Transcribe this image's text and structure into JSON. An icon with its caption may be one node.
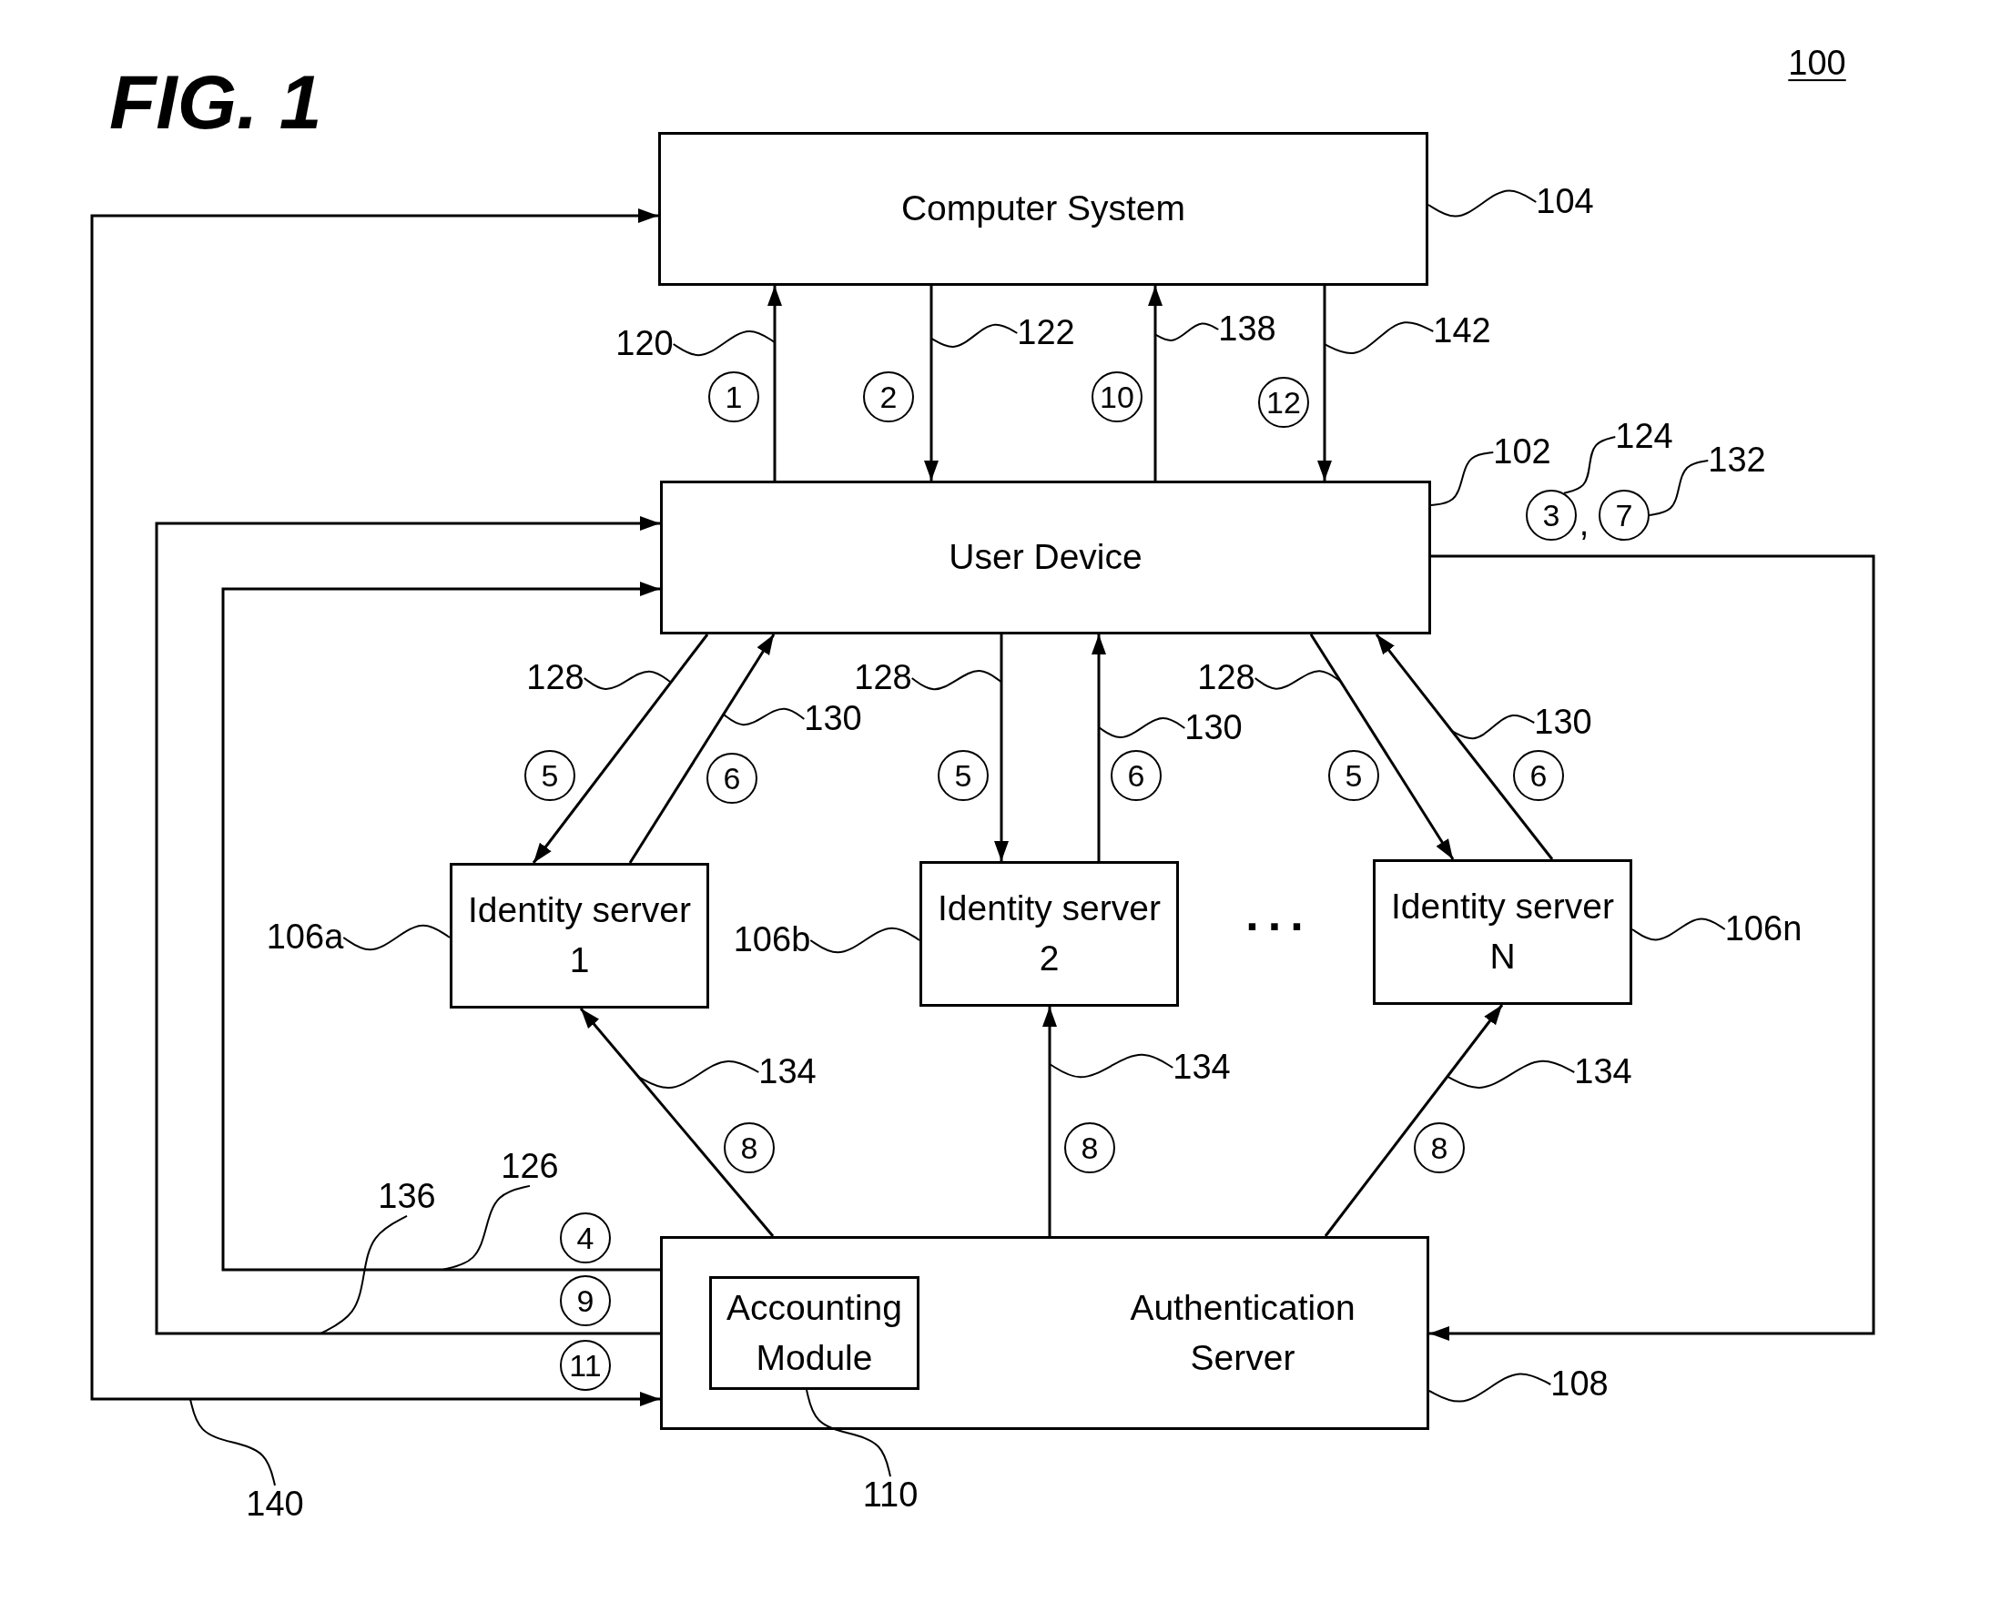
{
  "diagram": {
    "title": "FIG. 1",
    "nodes": [
      {
        "text": [
          "Computer System"
        ]
      },
      {
        "text": [
          "104"
        ]
      },
      {
        "text": [
          "120"
        ]
      },
      {
        "text": [
          "1"
        ]
      },
      {
        "text": [
          "122"
        ]
      },
      {
        "text": [
          "2"
        ]
      },
      {
        "text": [
          "138"
        ]
      },
      {
        "text": [
          "10"
        ]
      },
      {
        "text": [
          "142"
        ]
      },
      {
        "text": [
          "12"
        ]
      },
      {
        "text": [
          "User Device"
        ]
      },
      {
        "text": [
          "102"
        ]
      },
      {
        "text": [
          "124"
        ]
      },
      {
        "text": [
          "3"
        ]
      },
      {
        "text": [
          "7"
        ]
      },
      {
        "text": [
          "132"
        ]
      },
      {
        "text": [
          "128"
        ]
      },
      {
        "text": [
          "130"
        ]
      },
      {
        "text": [
          "5"
        ]
      },
      {
        "text": [
          "6"
        ]
      },
      {
        "text": [
          "128"
        ]
      },
      {
        "text": [
          "130"
        ]
      },
      {
        "text": [
          "5"
        ]
      },
      {
        "text": [
          "6"
        ]
      },
      {
        "text": [
          "128"
        ]
      },
      {
        "text": [
          "130"
        ]
      },
      {
        "text": [
          "5"
        ]
      },
      {
        "text": [
          "6"
        ]
      },
      {
        "text": [
          "106a"
        ]
      },
      {
        "text": [
          "Identity server 1"
        ]
      },
      {
        "text": [
          "106b"
        ]
      },
      {
        "text": [
          "Identity server 2"
        ]
      },
      {
        "text": [
          "Identity server N"
        ]
      },
      {
        "text": [
          "106n"
        ]
      },
      {
        "text": [
          "134"
        ]
      },
      {
        "text": [
          "134"
        ]
      },
      {
        "text": [
          "134"
        ]
      },
      {
        "text": [
          "8"
        ]
      },
      {
        "text": [
          "8"
        ]
      },
      {
        "text": [
          "8"
        ]
      },
      {
        "text": [
          "136"
        ]
      },
      {
        "text": [
          "126"
        ]
      },
      {
        "text": [
          "4"
        ]
      },
      {
        "text": [
          "9"
        ]
      },
      {
        "text": [
          "11"
        ]
      },
      {
        "text": [
          "Authentication Server"
        ]
      },
      {
        "text": [
          "Accounting Module"
        ],
        "in": 45
      },
      {
        "text": [
          "108"
        ]
      },
      {
        "text": [
          "140"
        ]
      },
      {
        "text": [
          "110"
        ]
      }
    ],
    "edges": [
      {
        "from": 10,
        "to": 0,
        "arrow": "to"
      },
      {
        "from": 0,
        "to": 10,
        "arrow": "to"
      },
      {
        "from": 10,
        "to": 0,
        "arrow": "to"
      },
      {
        "from": 0,
        "to": 10,
        "arrow": "to"
      },
      {
        "from": 10,
        "to": 29,
        "arrow": "to"
      },
      {
        "from": 29,
        "to": 10,
        "arrow": "to"
      },
      {
        "from": 10,
        "to": 31,
        "arrow": "to"
      },
      {
        "from": 31,
        "to": 10,
        "arrow": "to"
      },
      {
        "from": 10,
        "to": 32,
        "arrow": "to"
      },
      {
        "from": 32,
        "to": 10,
        "arrow": "to"
      },
      {
        "from": 45,
        "to": 29,
        "arrow": "to"
      },
      {
        "from": 45,
        "to": 31,
        "arrow": "to"
      },
      {
        "from": 45,
        "to": 32,
        "arrow": "to"
      },
      {
        "from": 45,
        "to": 10,
        "arrow": "to"
      },
      {
        "from": 45,
        "to": 10,
        "arrow": "to"
      },
      {
        "from": 0,
        "to": 45,
        "arrow": "both"
      },
      {
        "from": 10,
        "to": 45,
        "arrow": "to"
      },
      {
        "from": 1,
        "to": 0,
        "arrow": "none"
      },
      {
        "from": 2,
        "to": null,
        "arrow": "none"
      },
      {
        "from": 4,
        "to": null,
        "arrow": "none"
      },
      {
        "from": 6,
        "to": null,
        "arrow": "none"
      },
      {
        "from": 8,
        "to": null,
        "arrow": "none"
      },
      {
        "from": 11,
        "to": 10,
        "arrow": "none"
      },
      {
        "from": 12,
        "to": 13,
        "arrow": "none"
      },
      {
        "from": 15,
        "to": 14,
        "arrow": "none"
      },
      {
        "from": 16,
        "to": null,
        "arrow": "none"
      },
      {
        "from": 17,
        "to": null,
        "arrow": "none"
      },
      {
        "from": 20,
        "to": null,
        "arrow": "none"
      },
      {
        "from": 21,
        "to": null,
        "arrow": "none"
      },
      {
        "from": 24,
        "to": null,
        "arrow": "none"
      },
      {
        "from": 25,
        "to": null,
        "arrow": "none"
      },
      {
        "from": 28,
        "to": 29,
        "arrow": "none"
      },
      {
        "from": 30,
        "to": 31,
        "arrow": "none"
      },
      {
        "from": 33,
        "to": 32,
        "arrow": "none"
      },
      {
        "from": 34,
        "to": null,
        "arrow": "none"
      },
      {
        "from": 35,
        "to": null,
        "arrow": "none"
      },
      {
        "from": 36,
        "to": null,
        "arrow": "none"
      },
      {
        "from": 40,
        "to": null,
        "arrow": "none"
      },
      {
        "from": 41,
        "to": null,
        "arrow": "none"
      },
      {
        "from": 47,
        "to": 45,
        "arrow": "none"
      },
      {
        "from": 48,
        "to": null,
        "arrow": "none"
      },
      {
        "from": 49,
        "to": 46,
        "arrow": "none"
      }
    ],
    "labels": [
      "100",
      ",",
      "..."
    ]
  }
}
